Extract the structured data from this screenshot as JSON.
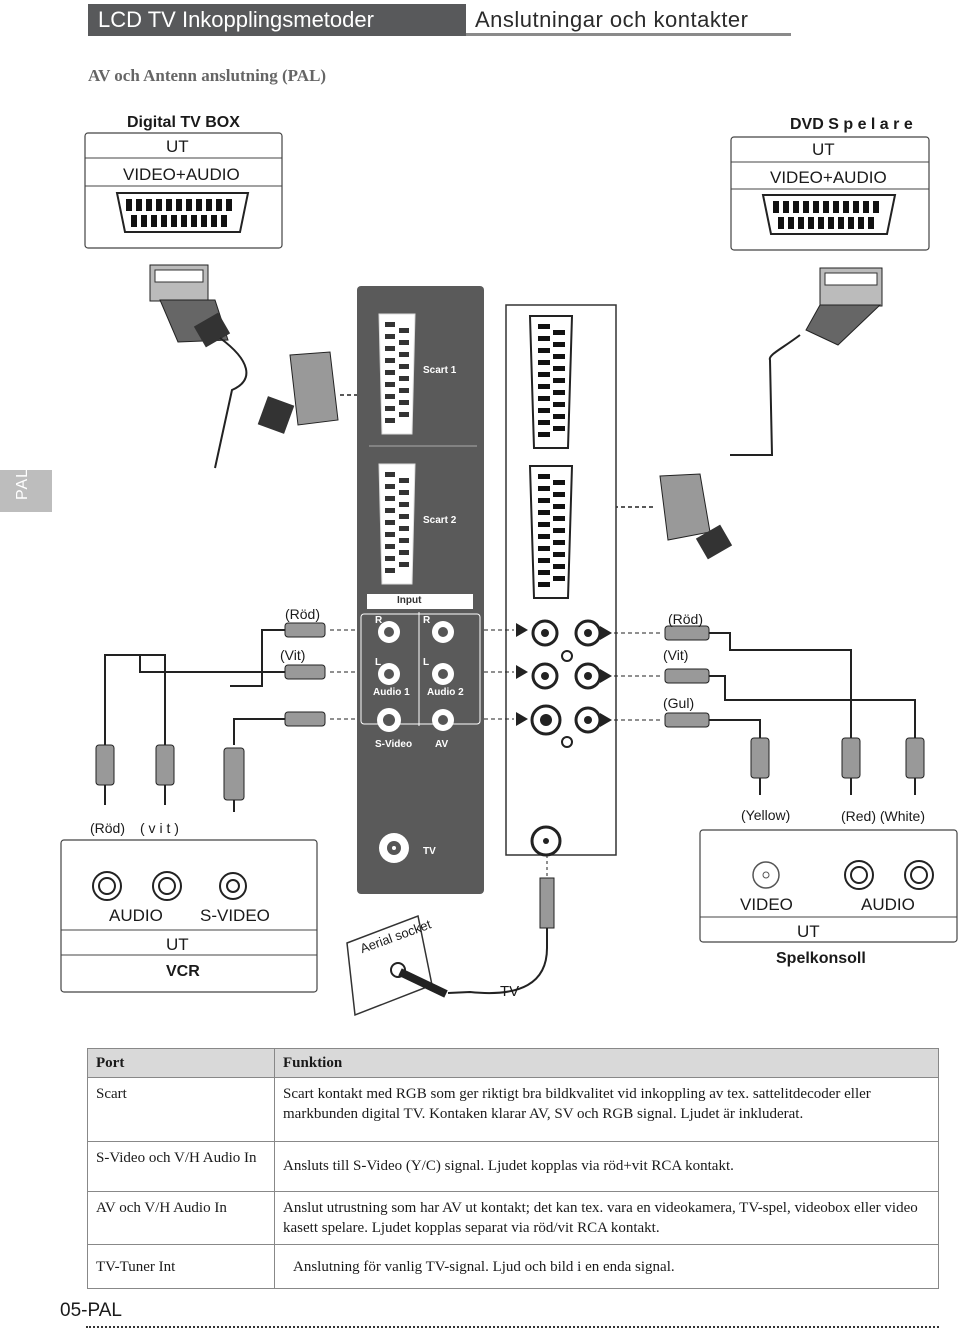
{
  "header": {
    "left_title": "LCD TV Inkopplingsmetoder",
    "right_title": "Anslutningar och kontakter"
  },
  "section_title": "AV och Antenn anslutning (PAL)",
  "side_tab": "PAL",
  "digital_box": {
    "name": "Digital TV BOX",
    "out": "UT",
    "signal": "VIDEO+AUDIO"
  },
  "dvd_player": {
    "name": "DVD S p e l a r e",
    "out": "UT",
    "signal": "VIDEO+AUDIO"
  },
  "tv_panel": {
    "scart1": "Scart 1",
    "scart2": "Scart 2",
    "input": "Input",
    "r": "R",
    "l": "L",
    "audio1": "Audio 1",
    "audio2": "Audio 2",
    "svideo": "S-Video",
    "av": "AV",
    "tv": "TV"
  },
  "cable_labels": {
    "left_red": "(Röd)",
    "left_white": "(Vit)",
    "right_red": "(Röd)",
    "right_white": "(Vit)",
    "right_yellow": "(Gul)"
  },
  "vcr": {
    "plug_red": "(Röd)",
    "plug_white": "( v i t )",
    "audio": "AUDIO",
    "svideo": "S-VIDEO",
    "out": "UT",
    "name": "VCR"
  },
  "console": {
    "plug_yellow": "(Yellow)",
    "plug_red_white": "(Red) (White)",
    "video": "VIDEO",
    "audio": "AUDIO",
    "out": "UT",
    "name": "Spelkonsoll"
  },
  "aerial_socket": "Aerial socket",
  "tv_label": "TV",
  "table": {
    "headers": [
      "Port",
      "Funktion"
    ],
    "rows": [
      {
        "port": "Scart",
        "func": "Scart kontakt med RGB som ger riktigt bra bildkvalitet vid inkoppling av tex. sattelitdecoder eller markbunden digital TV. Kontaken klarar AV, SV och RGB signal. Ljudet är inkluderat."
      },
      {
        "port": "S-Video och V/H Audio In",
        "func": "Ansluts till S-Video (Y/C) signal. Ljudet kopplas via röd+vit RCA kontakt."
      },
      {
        "port": "AV och V/H  Audio In",
        "func": "Anslut utrustning som har AV ut kontakt; det kan tex. vara en videokamera, TV-spel, videobox eller video kasett spelare. Ljudet kopplas separat via röd/vit RCA kontakt."
      },
      {
        "port": "TV-Tuner Int",
        "func": "Anslutning för vanlig TV-signal. Ljud och bild i en enda signal."
      }
    ]
  },
  "page_number": "05-PAL"
}
